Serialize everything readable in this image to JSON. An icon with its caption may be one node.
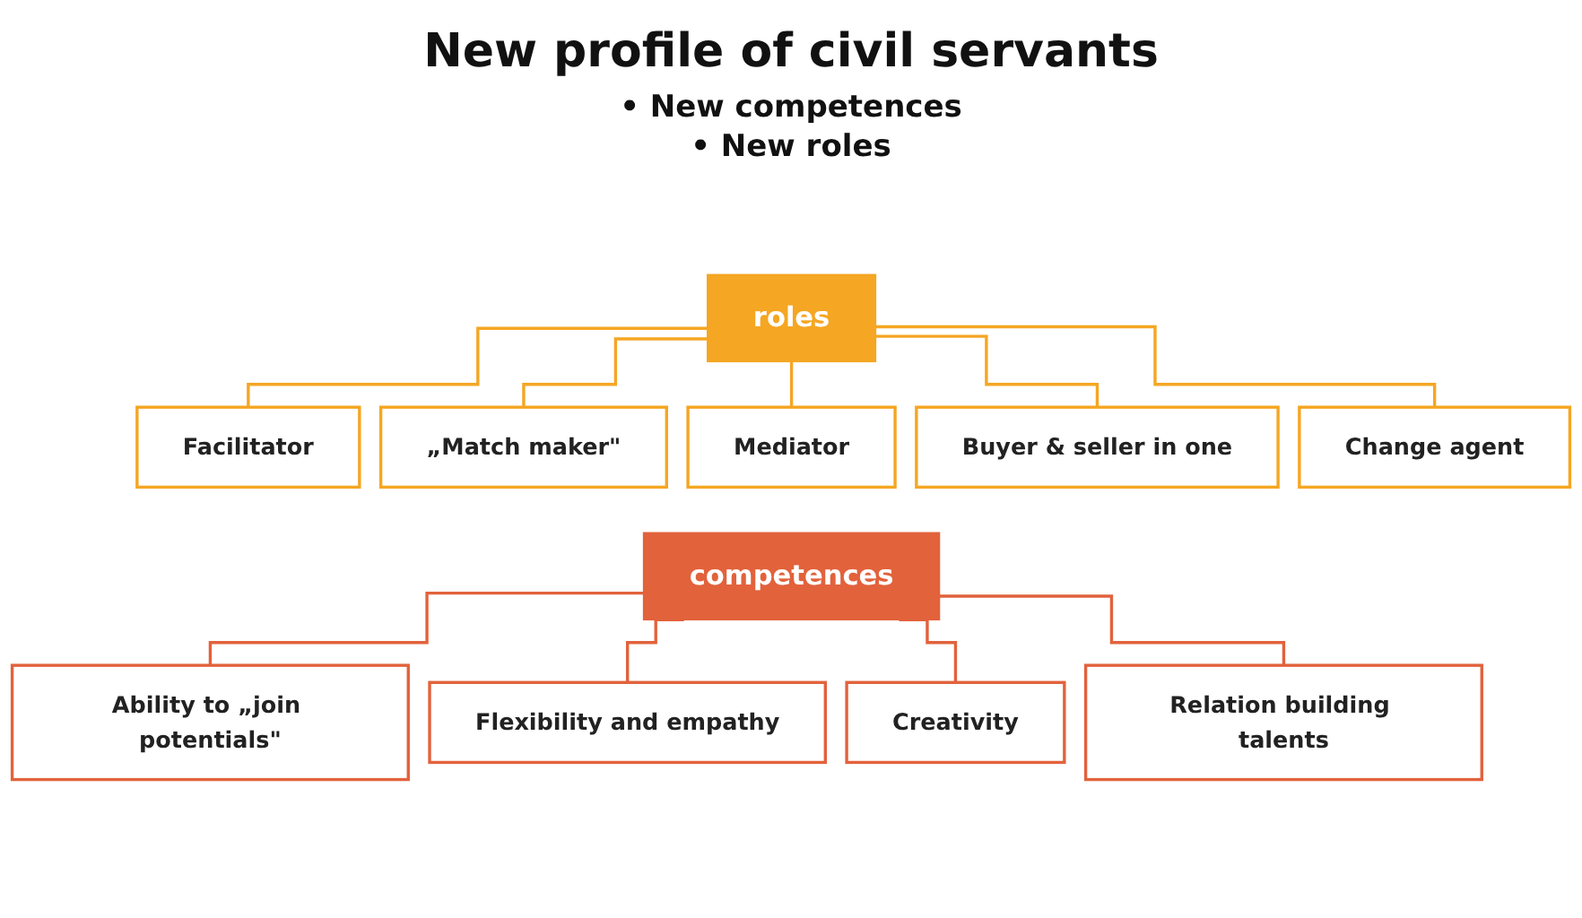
{
  "diagram": {
    "title": "New profile of civil servants",
    "nodes": [
      {
        "text": [
          "roles"
        ]
      },
      {
        "text": [
          "Facilitator"
        ]
      },
      {
        "text": [
          "„Match maker\""
        ]
      },
      {
        "text": [
          "Mediator"
        ]
      },
      {
        "text": [
          "Buyer & seller in one"
        ]
      },
      {
        "text": [
          "Change agent"
        ]
      },
      {
        "text": [
          "competences"
        ]
      },
      {
        "text": [
          "Ability to „join potentials\""
        ]
      },
      {
        "text": [
          "Flexibility and empathy"
        ]
      },
      {
        "text": [
          "Creativity"
        ]
      },
      {
        "text": [
          "Relation building talents"
        ]
      }
    ],
    "edges": [
      {
        "from": 0,
        "to": 1,
        "arrow": "none"
      },
      {
        "from": 0,
        "to": 2,
        "arrow": "none"
      },
      {
        "from": 0,
        "to": 3,
        "arrow": "none"
      },
      {
        "from": 0,
        "to": 4,
        "arrow": "none"
      },
      {
        "from": 0,
        "to": 5,
        "arrow": "none"
      },
      {
        "from": 6,
        "to": 7,
        "arrow": "none",
        "color": "#e2623c"
      },
      {
        "from": 6,
        "to": 8,
        "arrow": "none",
        "color": "#e2623c"
      },
      {
        "from": 6,
        "to": 9,
        "arrow": "none",
        "color": "#e2623c"
      },
      {
        "from": 6,
        "to": 10,
        "arrow": "none",
        "color": "#e2623c"
      }
    ],
    "labels": [
      "• New competences",
      "• New roles"
    ]
  }
}
